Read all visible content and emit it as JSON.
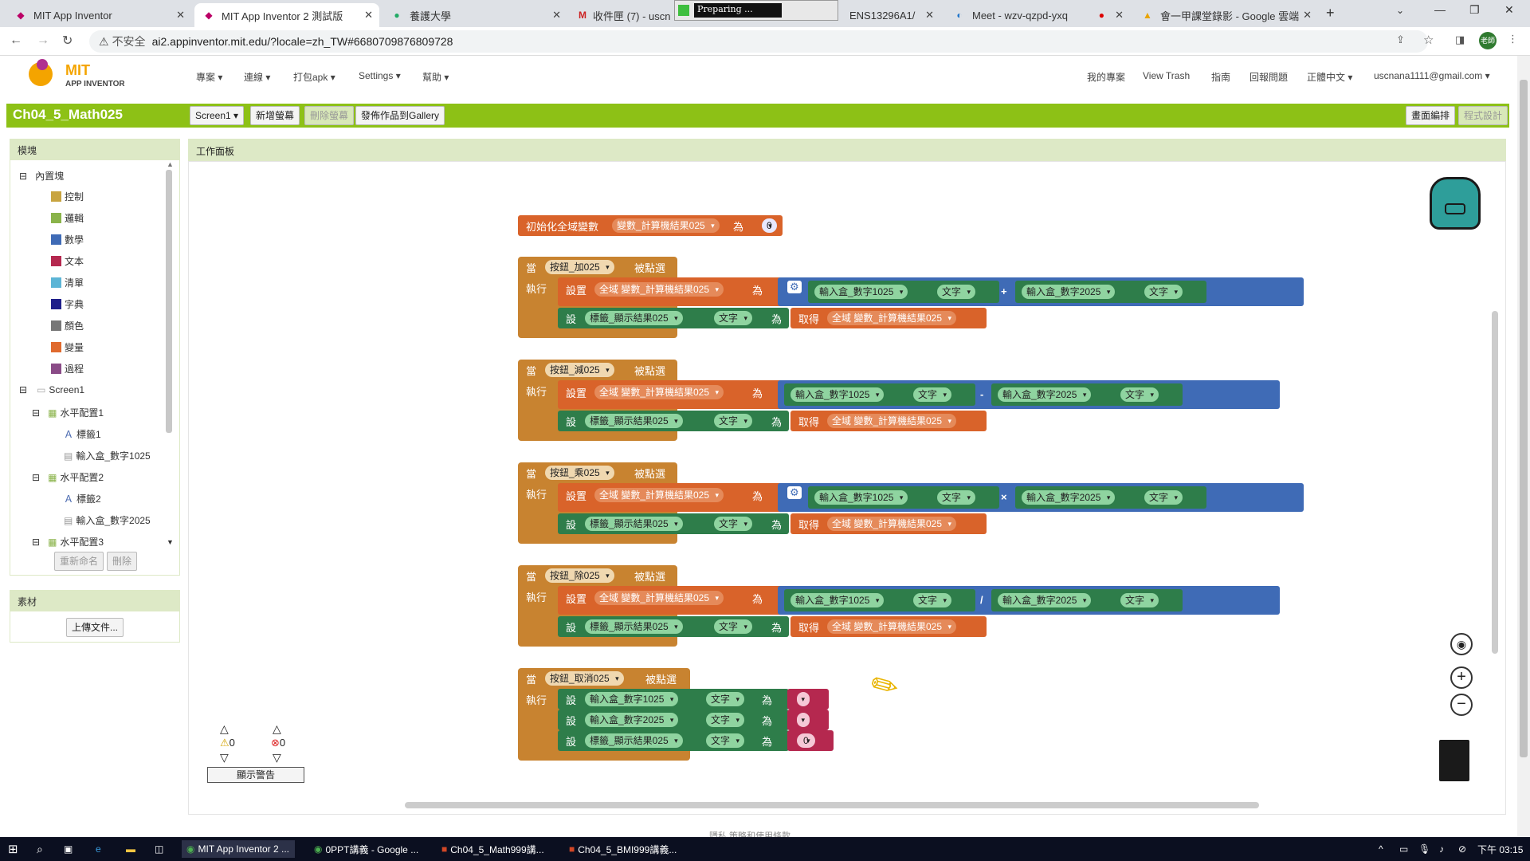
{
  "browser": {
    "tabs": [
      {
        "title": "MIT App Inventor"
      },
      {
        "title": "MIT App Inventor 2 測試版"
      },
      {
        "title": "養護大學"
      },
      {
        "title": "收件匣 (7) - uscn"
      },
      {
        "title": "ENS13296A1/"
      },
      {
        "title": "Meet - wzv-qzpd-yxq"
      },
      {
        "title": "會一甲課堂錄影 - Google 雲端"
      }
    ],
    "preparing_label": "Preparing ...",
    "security_label": "不安全",
    "url": "ai2.appinventor.mit.edu/?locale=zh_TW#6680709876809728"
  },
  "app": {
    "logo_mit": "MIT",
    "logo_sub": "APP INVENTOR",
    "menu": [
      "專案",
      "連線",
      "打包apk",
      "Settings",
      "幫助"
    ],
    "right_menu": [
      "我的專案",
      "View Trash",
      "指南",
      "回報問題",
      "正體中文",
      "uscnana1111@gmail.com"
    ],
    "project_name": "Ch04_5_Math025",
    "screen_select": "Screen1",
    "buttons": {
      "add_screen": "新增螢幕",
      "remove_screen": "刪除螢幕",
      "publish": "發佈作品到Gallery",
      "designer": "畫面編排",
      "blocks": "程式設計"
    }
  },
  "blocks_panel": {
    "title": "模塊",
    "builtin": "內置塊",
    "categories": [
      {
        "label": "控制",
        "color": "#c8a440"
      },
      {
        "label": "邏輯",
        "color": "#8ab34a"
      },
      {
        "label": "數學",
        "color": "#3f6bb6"
      },
      {
        "label": "文本",
        "color": "#b5284f"
      },
      {
        "label": "清單",
        "color": "#5cb5d6"
      },
      {
        "label": "字典",
        "color": "#1f1f8a"
      },
      {
        "label": "顏色",
        "color": "#777777"
      },
      {
        "label": "變量",
        "color": "#e06a2e"
      },
      {
        "label": "過程",
        "color": "#8a4b87"
      }
    ],
    "screen": "Screen1",
    "components": [
      "水平配置1",
      "標籤1",
      "輸入盒_數字1025",
      "水平配置2",
      "標籤2",
      "輸入盒_數字2025",
      "水平配置3"
    ],
    "rename_btn": "重新命名",
    "delete_btn": "刪除",
    "media_title": "素材",
    "upload_btn": "上傳文件..."
  },
  "workspace": {
    "title": "工作面板",
    "init_var": {
      "label": "初始化全域變數",
      "var": "變數_計算機結果025",
      "as": "為",
      "value": "0"
    },
    "kw": {
      "when": "當",
      "clicked": "被點選",
      "do": "執行",
      "set": "設置",
      "set2": "設",
      "as": "為",
      "get": "取得",
      "text": "文字",
      "global_var": "全域 變數_計算機結果025",
      "label": "標籤_顯示結果025"
    },
    "events": [
      {
        "button": "按鈕_加025",
        "op": "+",
        "left": "輸入盒_數字1025",
        "right": "輸入盒_數字2025"
      },
      {
        "button": "按鈕_減025",
        "op": "-",
        "left": "輸入盒_數字1025",
        "right": "輸入盒_數字2025"
      },
      {
        "button": "按鈕_乘025",
        "op": "×",
        "left": "輸入盒_數字1025",
        "right": "輸入盒_數字2025"
      },
      {
        "button": "按鈕_除025",
        "op": "/",
        "left": "輸入盒_數字1025",
        "right": "輸入盒_數字2025"
      }
    ],
    "cancel": {
      "button": "按鈕_取消025",
      "rows": [
        {
          "target": "輸入盒_數字1025",
          "value": " "
        },
        {
          "target": "輸入盒_數字2025",
          "value": " "
        },
        {
          "target": "標籤_顯示結果025",
          "value": "0"
        }
      ]
    },
    "warnings_count": "0",
    "errors_count": "0",
    "show_warnings": "顯示警告",
    "footer_hint": "隱私 策略和使用條款"
  },
  "taskbar": {
    "items": [
      "MIT App Inventor 2 ...",
      "0PPT講義 - Google ...",
      "Ch04_5_Math999講...",
      "Ch04_5_BMI999講義..."
    ],
    "time": "下午 03:15"
  }
}
